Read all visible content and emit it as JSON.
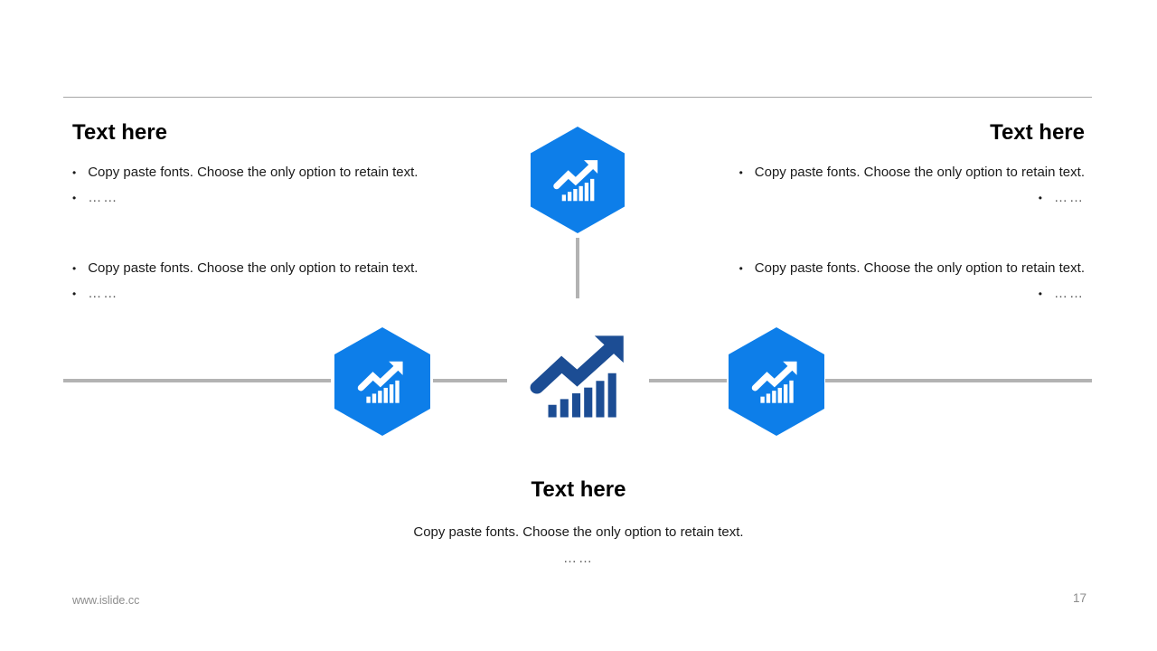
{
  "colors": {
    "hexagon_blue": "#0d7ee9",
    "navy": "#1c4d94",
    "connector_gray": "#b3b3b3",
    "rule_gray": "#a6a6a6",
    "text_black": "#121212",
    "muted_gray": "#595959",
    "footer_gray": "#8c8c8c"
  },
  "bullet_char": "•",
  "sections": {
    "top_left": {
      "title": "Text here",
      "bullets": [
        "Copy paste fonts. Choose the only option to retain text.",
        "……"
      ]
    },
    "mid_left": {
      "bullets": [
        "Copy paste fonts. Choose the only option to retain text.",
        "……"
      ]
    },
    "top_right": {
      "title": "Text here",
      "bullets": [
        "Copy paste fonts. Choose the only option to retain text.",
        "……"
      ]
    },
    "mid_right": {
      "bullets": [
        "Copy paste fonts. Choose the only option to retain text.",
        "……"
      ]
    },
    "bottom": {
      "title": "Text here",
      "body": "Copy paste fonts. Choose the only option to retain text.",
      "more": "……"
    }
  },
  "icons": {
    "hexagon_top": "growth-chart-icon",
    "hexagon_left": "growth-chart-icon",
    "hexagon_right": "growth-chart-icon",
    "center": "growth-chart-icon"
  },
  "footer": {
    "url": "www.islide.cc",
    "page_number": "17"
  }
}
